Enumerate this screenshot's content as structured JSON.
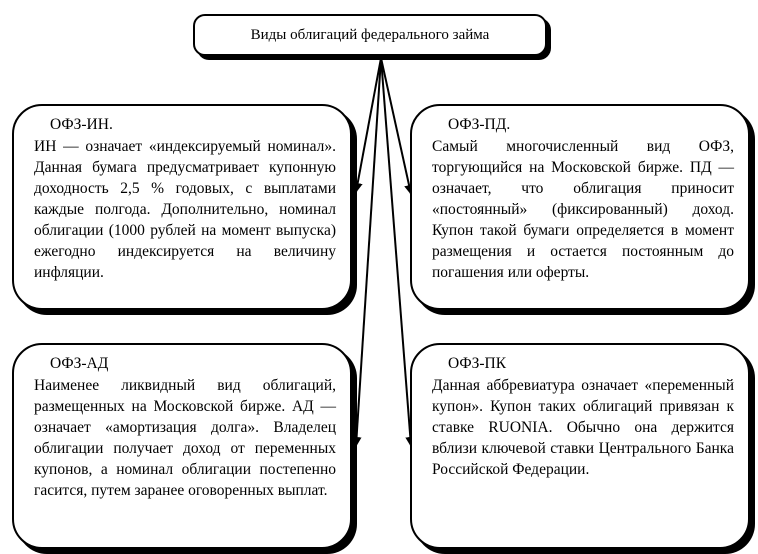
{
  "title": "Виды облигаций федерального займа",
  "cards": [
    {
      "title": "ОФЗ-ИН.",
      "text": "ИН — означает «индексируемый номинал». Данная бумага предусматривает купонную доходность 2,5 % годовых, с выплатами каждые полгода. Дополнительно, номинал облигации (1000 рублей на момент выпуска) ежегодно индексируется на величину инфляции."
    },
    {
      "title": "ОФЗ-ПД.",
      "text": "Самый многочисленный вид ОФЗ, торгующийся на Московской бирже. ПД — означает, что облигация приносит «постоянный» (фиксированный) доход. Купон такой бумаги определяется в момент размещения и остается постоянным до погашения или оферты."
    },
    {
      "title": "ОФЗ-АД",
      "text": "Наименее ликвидный вид облигаций, размещенных на Московской бирже. АД — означает «амортизация долга». Владелец облигации получает доход от переменных купонов, а номинал облигации постепенно гасится, путем заранее оговоренных выплат."
    },
    {
      "title": "ОФЗ-ПК",
      "text": "Данная аббревиатура означает «переменный купон». Купон таких облигаций привязан к ставке RUONIA. Обычно она держится вблизи ключевой ставки Центрального Банка Российской Федерации."
    }
  ]
}
